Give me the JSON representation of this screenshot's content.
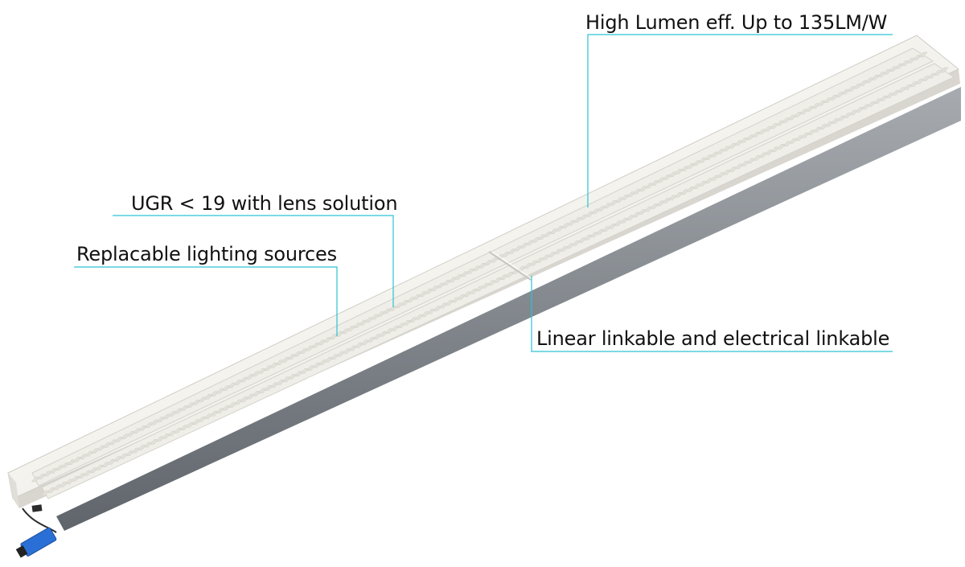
{
  "callouts": {
    "lumen": "High Lumen eff. Up to 135LM/W",
    "ugr": "UGR < 19 with lens solution",
    "replaceable": "Replacable lighting sources",
    "linkable": "Linear linkable and electrical linkable"
  },
  "colors": {
    "leader_line": "#2cc3d3",
    "housing_white": "#f3f2ed",
    "housing_edge": "#d8d6cf",
    "louver_cell": "#e2e0d8",
    "aluminum_body": "#8b9096",
    "aluminum_dark": "#5f656b",
    "connector": "#2a6fd6",
    "cable": "#2b2b2b"
  }
}
